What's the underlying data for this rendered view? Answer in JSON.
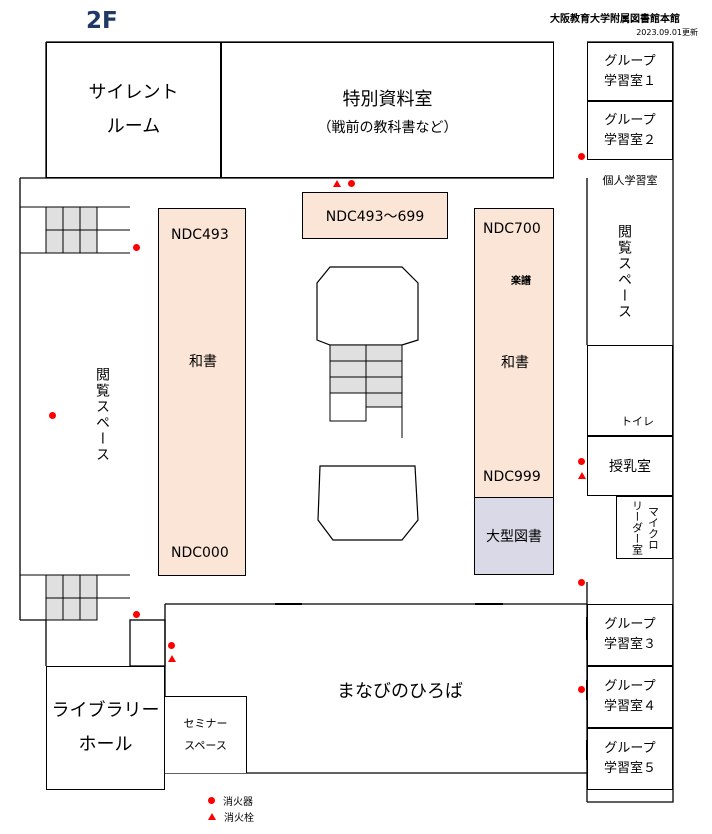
{
  "header": {
    "floor": "2F",
    "title": "大阪教育大学附属図書館本館",
    "updated": "2023.09.01更新"
  },
  "rooms": {
    "silent_room": [
      "サイレント",
      "ルーム"
    ],
    "special_materials": "特別資料室",
    "special_materials_note": "（戦前の教科書など）",
    "group1": [
      "グループ",
      "学習室１"
    ],
    "group2": [
      "グループ",
      "学習室２"
    ],
    "personal_study": "個人学習室",
    "reading_space_right": "閲覧スペース",
    "reading_space_left": "閲覧スペース",
    "toilet": "トイレ",
    "nursing_room": "授乳室",
    "microreader": [
      "マイクロ",
      "リーダー室"
    ],
    "group3": [
      "グループ",
      "学習室３"
    ],
    "group4": [
      "グループ",
      "学習室４"
    ],
    "group5": [
      "グループ",
      "学習室５"
    ],
    "manabi": "まなびのひろば",
    "seminar": [
      "セミナー",
      "スペース"
    ],
    "library_hall": [
      "ライブラリー",
      "ホール"
    ]
  },
  "shelves": {
    "left": {
      "top": "NDC493",
      "middle": "和書",
      "bottom": "NDC000"
    },
    "center": "NDC493～699",
    "right": {
      "top": "NDC700",
      "music": "楽譜",
      "middle": "和書",
      "bottom": "NDC999"
    },
    "large_books": "大型図書"
  },
  "legend": {
    "extinguisher": "消火器",
    "hydrant": "消火栓"
  },
  "colors": {
    "shelf": "#fbe5d6",
    "large_books": "#d9d9e8",
    "marker": "#ff0000",
    "floor_label": "#1f3864"
  },
  "icons": [
    "wheelchair-icon",
    "woman-icon",
    "man-icon",
    "fire-extinguisher-icon",
    "fire-hydrant-icon",
    "arrow-up-icon",
    "arrow-down-icon"
  ]
}
